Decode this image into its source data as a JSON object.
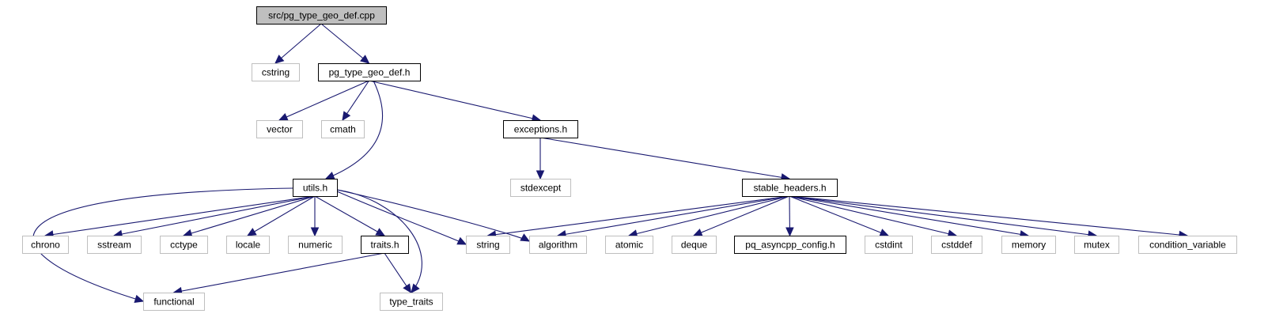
{
  "colors": {
    "edge": "#191970",
    "root_fill": "#bfbfbf",
    "documented_border": "#000000",
    "external_border": "#bfbfbf",
    "fill": "#ffffff"
  },
  "nodes": [
    {
      "id": "root",
      "label": "src/pg_type_geo_def.cpp",
      "kind": "root"
    },
    {
      "id": "cstring",
      "label": "cstring",
      "kind": "external"
    },
    {
      "id": "pg_type_geo_def_h",
      "label": "pg_type_geo_def.h",
      "kind": "documented"
    },
    {
      "id": "vector",
      "label": "vector",
      "kind": "external"
    },
    {
      "id": "cmath",
      "label": "cmath",
      "kind": "external"
    },
    {
      "id": "exceptions_h",
      "label": "exceptions.h",
      "kind": "documented"
    },
    {
      "id": "stdexcept",
      "label": "stdexcept",
      "kind": "external"
    },
    {
      "id": "utils_h",
      "label": "utils.h",
      "kind": "documented"
    },
    {
      "id": "stable_headers_h",
      "label": "stable_headers.h",
      "kind": "documented"
    },
    {
      "id": "chrono",
      "label": "chrono",
      "kind": "external"
    },
    {
      "id": "sstream",
      "label": "sstream",
      "kind": "external"
    },
    {
      "id": "cctype",
      "label": "cctype",
      "kind": "external"
    },
    {
      "id": "locale",
      "label": "locale",
      "kind": "external"
    },
    {
      "id": "numeric",
      "label": "numeric",
      "kind": "external"
    },
    {
      "id": "traits_h",
      "label": "traits.h",
      "kind": "documented"
    },
    {
      "id": "string",
      "label": "string",
      "kind": "external"
    },
    {
      "id": "algorithm",
      "label": "algorithm",
      "kind": "external"
    },
    {
      "id": "atomic",
      "label": "atomic",
      "kind": "external"
    },
    {
      "id": "deque",
      "label": "deque",
      "kind": "external"
    },
    {
      "id": "pq_asyncpp_config_h",
      "label": "pq_asyncpp_config.h",
      "kind": "documented"
    },
    {
      "id": "cstdint",
      "label": "cstdint",
      "kind": "external"
    },
    {
      "id": "cstddef",
      "label": "cstddef",
      "kind": "external"
    },
    {
      "id": "memory",
      "label": "memory",
      "kind": "external"
    },
    {
      "id": "mutex",
      "label": "mutex",
      "kind": "external"
    },
    {
      "id": "condition_variable",
      "label": "condition_variable",
      "kind": "external"
    },
    {
      "id": "functional",
      "label": "functional",
      "kind": "external"
    },
    {
      "id": "type_traits",
      "label": "type_traits",
      "kind": "external"
    }
  ],
  "edges": [
    {
      "from": "root",
      "to": "cstring"
    },
    {
      "from": "root",
      "to": "pg_type_geo_def_h"
    },
    {
      "from": "pg_type_geo_def_h",
      "to": "vector"
    },
    {
      "from": "pg_type_geo_def_h",
      "to": "cmath"
    },
    {
      "from": "pg_type_geo_def_h",
      "to": "utils_h"
    },
    {
      "from": "pg_type_geo_def_h",
      "to": "exceptions_h"
    },
    {
      "from": "exceptions_h",
      "to": "stdexcept"
    },
    {
      "from": "exceptions_h",
      "to": "stable_headers_h"
    },
    {
      "from": "utils_h",
      "to": "functional"
    },
    {
      "from": "utils_h",
      "to": "chrono"
    },
    {
      "from": "utils_h",
      "to": "sstream"
    },
    {
      "from": "utils_h",
      "to": "cctype"
    },
    {
      "from": "utils_h",
      "to": "locale"
    },
    {
      "from": "utils_h",
      "to": "numeric"
    },
    {
      "from": "utils_h",
      "to": "traits_h"
    },
    {
      "from": "utils_h",
      "to": "string"
    },
    {
      "from": "utils_h",
      "to": "algorithm"
    },
    {
      "from": "utils_h",
      "to": "type_traits"
    },
    {
      "from": "traits_h",
      "to": "functional"
    },
    {
      "from": "traits_h",
      "to": "type_traits"
    },
    {
      "from": "stable_headers_h",
      "to": "string"
    },
    {
      "from": "stable_headers_h",
      "to": "algorithm"
    },
    {
      "from": "stable_headers_h",
      "to": "atomic"
    },
    {
      "from": "stable_headers_h",
      "to": "deque"
    },
    {
      "from": "stable_headers_h",
      "to": "pq_asyncpp_config_h"
    },
    {
      "from": "stable_headers_h",
      "to": "cstdint"
    },
    {
      "from": "stable_headers_h",
      "to": "cstddef"
    },
    {
      "from": "stable_headers_h",
      "to": "memory"
    },
    {
      "from": "stable_headers_h",
      "to": "mutex"
    },
    {
      "from": "stable_headers_h",
      "to": "condition_variable"
    }
  ]
}
